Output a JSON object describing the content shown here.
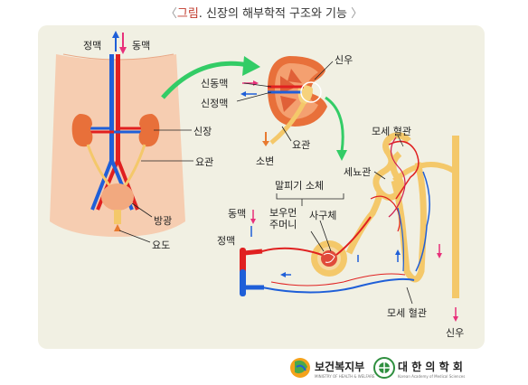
{
  "title": {
    "open": "〈",
    "highlight": "그림",
    "rest": ". 신장의 해부학적 구조와 기능",
    "close": "〉"
  },
  "labels": {
    "vein_top": "정맥",
    "artery_top": "동맥",
    "kidney": "신장",
    "ureter": "요관",
    "bladder": "방광",
    "urethra": "요도",
    "renal_pelvis": "신우",
    "renal_artery": "신동맥",
    "renal_vein": "신정맥",
    "ureter2": "요관",
    "urine": "소변",
    "capillary_top": "모세 혈관",
    "tubule": "세뇨관",
    "renal_corpuscle": "말피기 소체",
    "bowman": "보우먼\n주머니",
    "glomerulus": "사구체",
    "artery": "동맥",
    "vein": "정맥",
    "capillary_bottom": "모세 혈관",
    "renal_pelvis_bottom": "신우"
  },
  "footer": {
    "ministry": "보건복지부",
    "ministry_sub": "MINISTRY OF HEALTH & WELFARE",
    "academy": "대 한 의 학 회",
    "academy_sub": "Korean Academy of Medical Sciences"
  },
  "colors": {
    "panel": "#f1f0e3",
    "artery": "#e02020",
    "vein": "#1f5fd8",
    "kidney": "#e8703a",
    "ureter": "#f4c86a",
    "arrow_green": "#33cc66",
    "arrow_pink": "#e8307a"
  }
}
